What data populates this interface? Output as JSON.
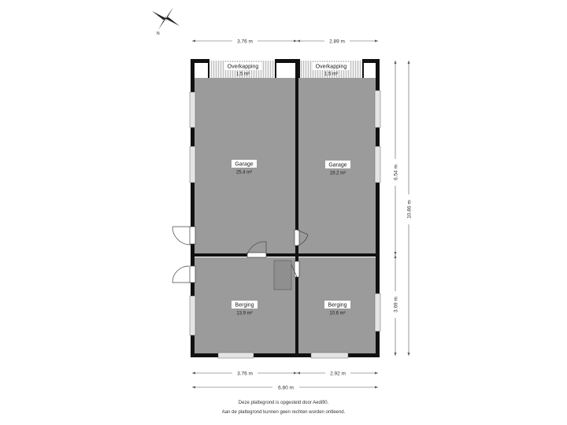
{
  "compass": {
    "icon": "compass-rose-icon",
    "label": "N"
  },
  "rooms": [
    {
      "id": "overkapping-left",
      "name": "Overkapping",
      "area": "1.5 m²"
    },
    {
      "id": "overkapping-right",
      "name": "Overkapping",
      "area": "1.5 m²"
    },
    {
      "id": "garage-left",
      "name": "Garage",
      "area": "25.4 m²"
    },
    {
      "id": "garage-right",
      "name": "Garage",
      "area": "19.2 m²"
    },
    {
      "id": "berging-left",
      "name": "Berging",
      "area": "13.9 m²"
    },
    {
      "id": "berging-right",
      "name": "Berging",
      "area": "10.6 m²"
    }
  ],
  "dimensions": {
    "top_left": "3.76 m",
    "top_right": "2.89 m",
    "bottom_left": "3.76 m",
    "bottom_right": "2.92 m",
    "bottom_total": "6.80 m",
    "right_upper": "6.54 m",
    "right_lower": "3.69 m",
    "right_total": "10.86 m"
  },
  "footer": {
    "line1": "Deze plattegrond is opgesteld door Aedifi0.",
    "line2": "Aan de plattegrond kunnen geen rechten worden ontleend."
  },
  "colors": {
    "floor": "#9b9b9b",
    "wall": "#111111",
    "window": "#e4e4e4",
    "label_bg": "#ffffff"
  }
}
